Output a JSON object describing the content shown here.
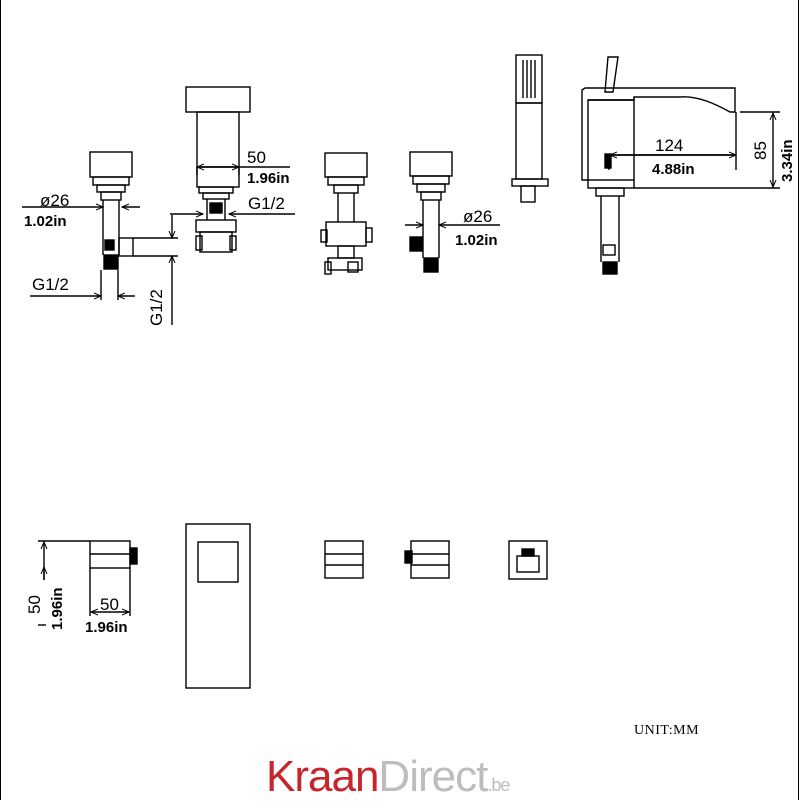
{
  "dimensions": {
    "d26_left": "ø26",
    "d26_left_in": "1.02in",
    "g12_left": "G1/2",
    "g12_vertical": "G1/2",
    "w50_top": "50",
    "w50_top_in": "1.96in",
    "g12_mid": "G1/2",
    "d26_right": "ø26",
    "d26_right_in": "1.02in",
    "spout_len": "124",
    "spout_len_in": "4.88in",
    "spout_h": "85",
    "spout_h_in": "3.34in",
    "h50_bottom": "50",
    "h50_bottom_in": "1.96in",
    "w50_bottom": "50",
    "w50_bottom_in": "1.96in"
  },
  "unit_label": "UNIT:MM",
  "logo": {
    "part1": "Kraan",
    "part2": "Direct",
    "suffix": ".be"
  },
  "colors": {
    "line": "#000000",
    "logo_red": "#c8242c",
    "logo_grey": "#bdbdbd"
  }
}
